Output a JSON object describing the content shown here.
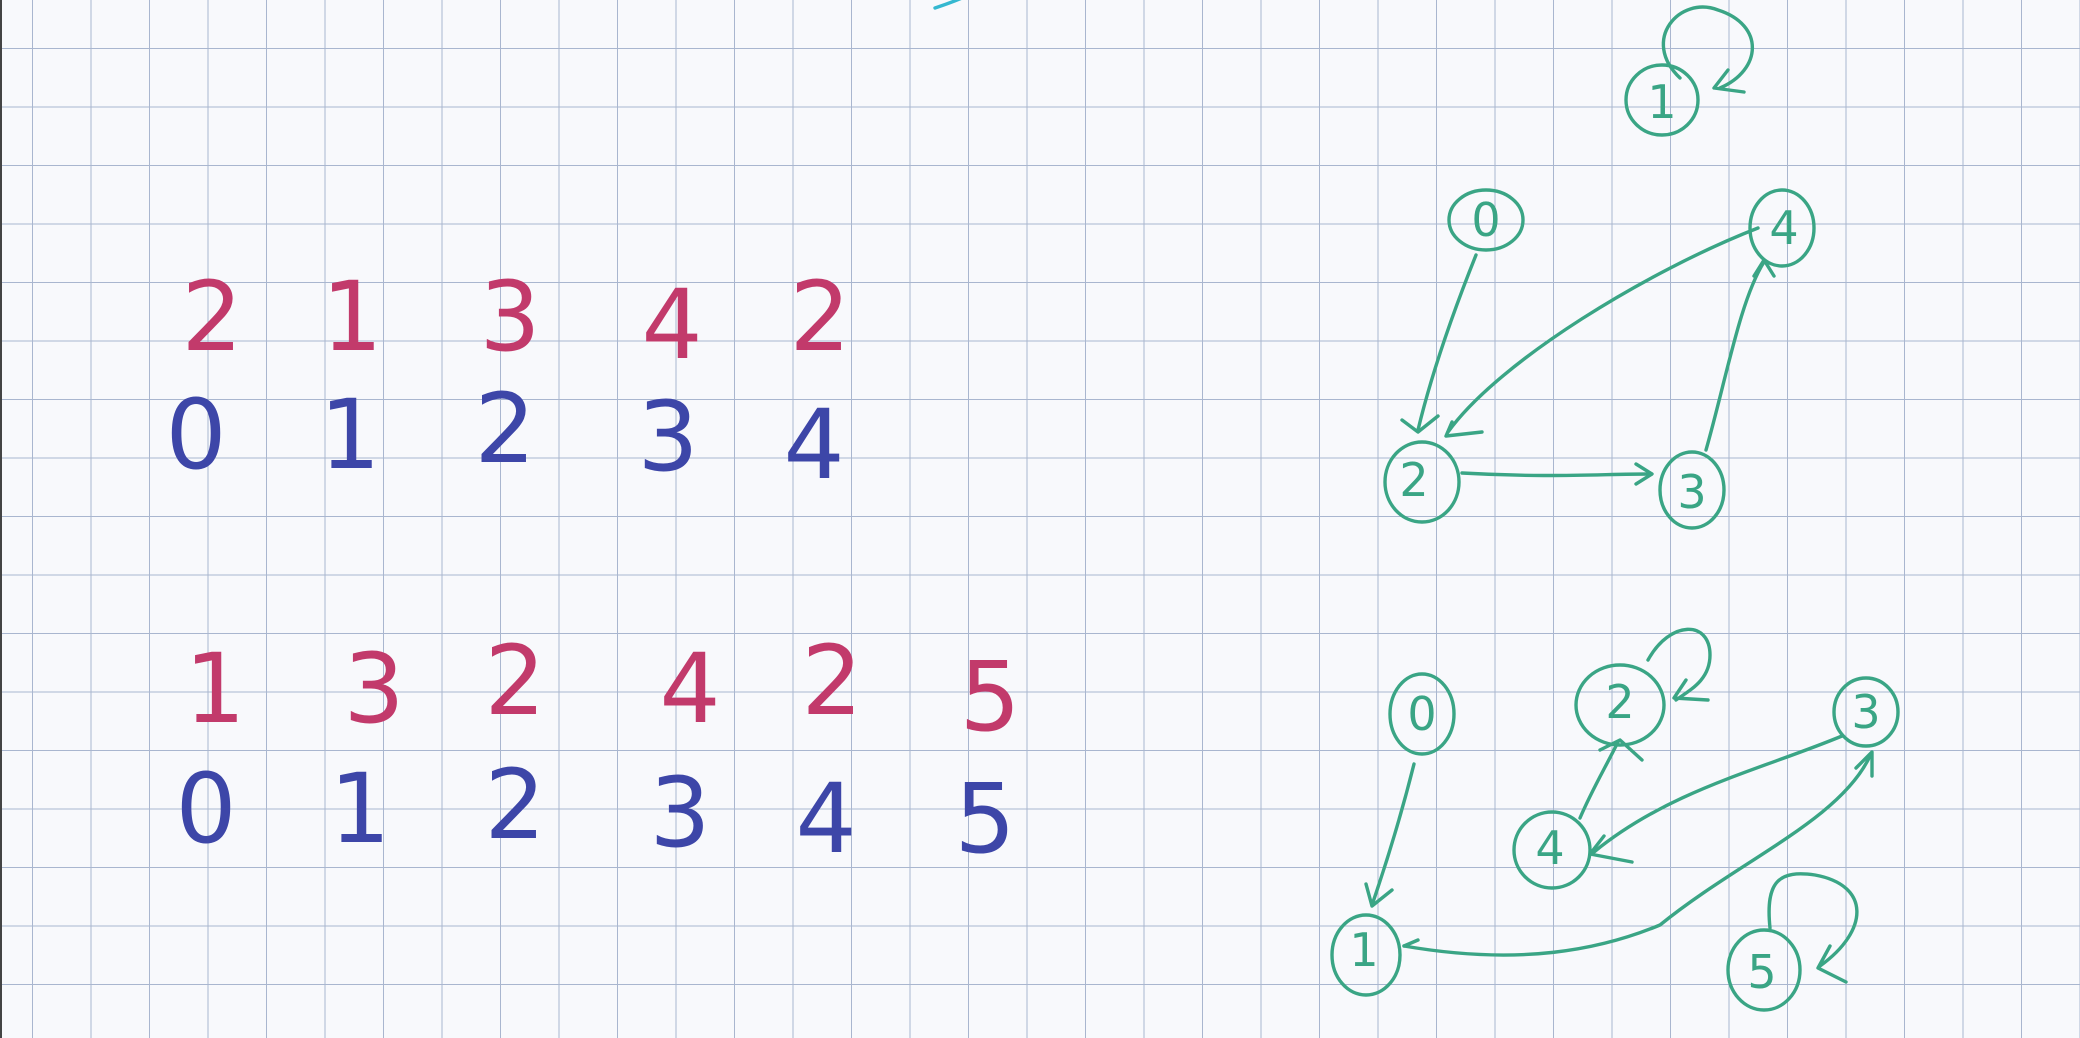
{
  "colors": {
    "values_row": "#c23a6b",
    "index_row": "#3d46a8",
    "graph": "#3aa585",
    "cyan_mark": "#35b8d0"
  },
  "array1": {
    "values": [
      "2",
      "1",
      "3",
      "4",
      "2"
    ],
    "indices": [
      "0",
      "1",
      "2",
      "3",
      "4"
    ]
  },
  "array2": {
    "values": [
      "1",
      "3",
      "2",
      "4",
      "2",
      "5"
    ],
    "indices": [
      "0",
      "1",
      "2",
      "3",
      "4",
      "5"
    ]
  },
  "graph1": {
    "nodes": [
      "0",
      "1",
      "2",
      "3",
      "4"
    ],
    "edges": [
      [
        "0",
        "2"
      ],
      [
        "1",
        "1"
      ],
      [
        "2",
        "3"
      ],
      [
        "3",
        "4"
      ],
      [
        "4",
        "2"
      ]
    ]
  },
  "graph2": {
    "nodes": [
      "0",
      "1",
      "2",
      "3",
      "4",
      "5"
    ],
    "edges": [
      [
        "0",
        "1"
      ],
      [
        "1",
        "3"
      ],
      [
        "2",
        "2"
      ],
      [
        "3",
        "4"
      ],
      [
        "4",
        "2"
      ],
      [
        "5",
        "5"
      ]
    ]
  }
}
